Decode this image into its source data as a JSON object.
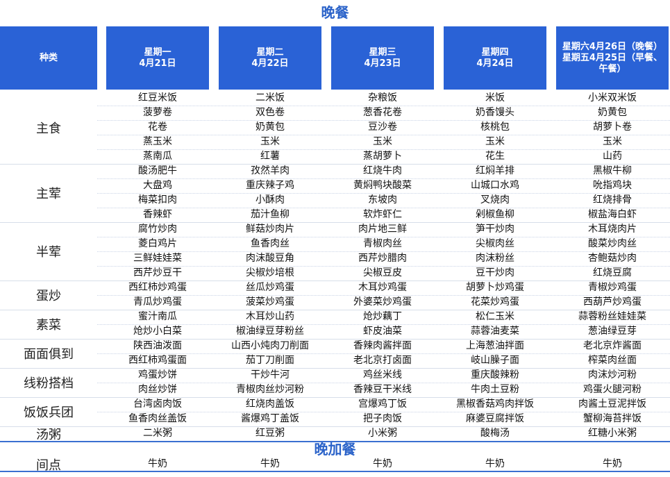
{
  "title": "晚餐",
  "header": {
    "category": "种类",
    "days": [
      {
        "line1": "星期一",
        "line2": "4月21日"
      },
      {
        "line1": "星期二",
        "line2": "4月22日"
      },
      {
        "line1": "星期三",
        "line2": "4月23日"
      },
      {
        "line1": "星期四",
        "line2": "4月24日"
      },
      {
        "line1": "星期六4月26日（晚餐）",
        "line2": "星期五4月25日（早餐、午餐）"
      }
    ]
  },
  "categories": [
    {
      "name": "主食",
      "rows": [
        [
          "红豆米饭",
          "二米饭",
          "杂粮饭",
          "米饭",
          "小米双米饭"
        ],
        [
          "菠萝卷",
          "双色卷",
          "葱香花卷",
          "奶香馒头",
          "奶黄包"
        ],
        [
          "花卷",
          "奶黄包",
          "豆沙卷",
          "核桃包",
          "胡萝卜卷"
        ],
        [
          "蒸玉米",
          "玉米",
          "玉米",
          "玉米",
          "玉米"
        ],
        [
          "蒸南瓜",
          "红薯",
          "蒸胡萝卜",
          "花生",
          "山药"
        ]
      ]
    },
    {
      "name": "主荤",
      "rows": [
        [
          "酸汤肥牛",
          "孜然羊肉",
          "红烧牛肉",
          "红焖羊排",
          "黑椒牛柳"
        ],
        [
          "大盘鸡",
          "重庆辣子鸡",
          "黄焖鸭块酸菜",
          "山城口水鸡",
          "吮指鸡块"
        ],
        [
          "梅菜扣肉",
          "小酥肉",
          "东坡肉",
          "叉烧肉",
          "红烧排骨"
        ],
        [
          "香辣虾",
          "茄汁鱼柳",
          "软炸虾仁",
          "剁椒鱼柳",
          "椒盐海白虾"
        ]
      ]
    },
    {
      "name": "半荤",
      "rows": [
        [
          "腐竹炒肉",
          "鲜菇炒肉片",
          "肉片地三鲜",
          "笋干炒肉",
          "木耳烧肉片"
        ],
        [
          "菱白鸡片",
          "鱼香肉丝",
          "青椒肉丝",
          "尖椒肉丝",
          "酸菜炒肉丝"
        ],
        [
          "三鲜娃娃菜",
          "肉沫酸豆角",
          "西芹炒腊肉",
          "肉沫粉丝",
          "杏鲍菇炒肉"
        ],
        [
          "西芹炒豆干",
          "尖椒炒培根",
          "尖椒豆皮",
          "豆干炒肉",
          "红烧豆腐"
        ]
      ]
    },
    {
      "name": "蛋炒",
      "rows": [
        [
          "西红柿炒鸡蛋",
          "丝瓜炒鸡蛋",
          "木耳炒鸡蛋",
          "胡萝卜炒鸡蛋",
          "青椒炒鸡蛋"
        ],
        [
          "青瓜炒鸡蛋",
          "菠菜炒鸡蛋",
          "外婆菜炒鸡蛋",
          "花菜炒鸡蛋",
          "西葫芦炒鸡蛋"
        ]
      ]
    },
    {
      "name": "素菜",
      "rows": [
        [
          "蜜汁南瓜",
          "木耳炒山药",
          "炝炒藕丁",
          "松仁玉米",
          "蒜蓉粉丝娃娃菜"
        ],
        [
          "炝炒小白菜",
          "椒油绿豆芽粉丝",
          "虾皮油菜",
          "蒜蓉油麦菜",
          "葱油绿豆芽"
        ]
      ]
    },
    {
      "name": "面面俱到",
      "rows": [
        [
          "陕西油泼面",
          "山西小炖肉刀削面",
          "香辣肉酱拌面",
          "上海葱油拌面",
          "老北京炸酱面"
        ],
        [
          "西红柿鸡蛋面",
          "茄丁刀削面",
          "老北京打卤面",
          "岐山臊子面",
          "榨菜肉丝面"
        ]
      ]
    },
    {
      "name": "线粉搭档",
      "rows": [
        [
          "鸡蛋炒饼",
          "干炒牛河",
          "鸡丝米线",
          "重庆酸辣粉",
          "肉沫炒河粉"
        ],
        [
          "肉丝炒饼",
          "青椒肉丝炒河粉",
          "香辣豆干米线",
          "牛肉土豆粉",
          "鸡蛋火腿河粉"
        ]
      ]
    },
    {
      "name": "饭饭兵团",
      "rows": [
        [
          "台湾卤肉饭",
          "红烧肉盖饭",
          "宫爆鸡丁饭",
          "黑椒香菇鸡肉拌饭",
          "肉酱土豆泥拌饭"
        ],
        [
          "鱼香肉丝盖饭",
          "酱爆鸡丁盖饭",
          "把子肉饭",
          "麻婆豆腐拌饭",
          "蟹柳海苔拌饭"
        ]
      ]
    },
    {
      "name": "汤粥",
      "rows": [
        [
          "二米粥",
          "红豆粥",
          "小米粥",
          "酸梅汤",
          "红糖小米粥"
        ]
      ]
    }
  ],
  "extra_title": "晚加餐",
  "extra": {
    "name": "间点",
    "rows": [
      [
        "牛奶",
        "牛奶",
        "牛奶",
        "牛奶",
        "牛奶"
      ]
    ]
  }
}
